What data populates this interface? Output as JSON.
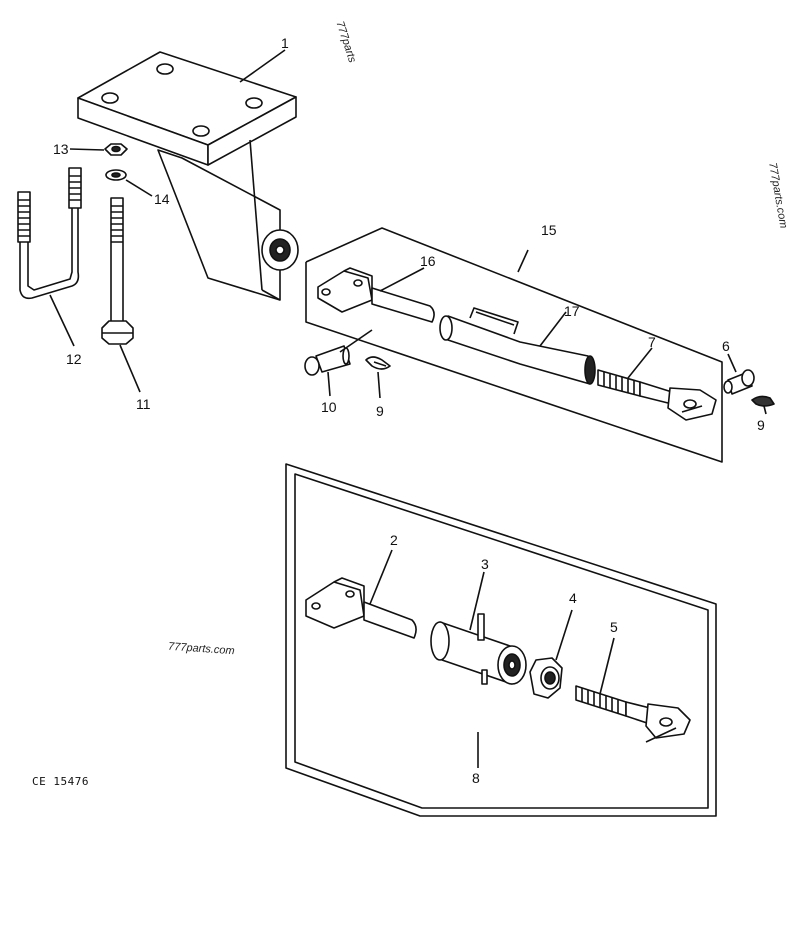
{
  "callouts": {
    "c1": "1",
    "c2": "2",
    "c3": "3",
    "c4": "4",
    "c5": "5",
    "c6": "6",
    "c7": "7",
    "c8": "8",
    "c9a": "9",
    "c9b": "9",
    "c10": "10",
    "c11": "11",
    "c12": "12",
    "c13": "13",
    "c14": "14",
    "c15": "15",
    "c16": "16",
    "c17": "17"
  },
  "watermarks": {
    "top": "777parts",
    "right": "777parts.com",
    "middle": "777parts.com"
  },
  "figure_code": "CE 15476",
  "colors": {
    "ink": "#111111",
    "paper": "#ffffff"
  }
}
